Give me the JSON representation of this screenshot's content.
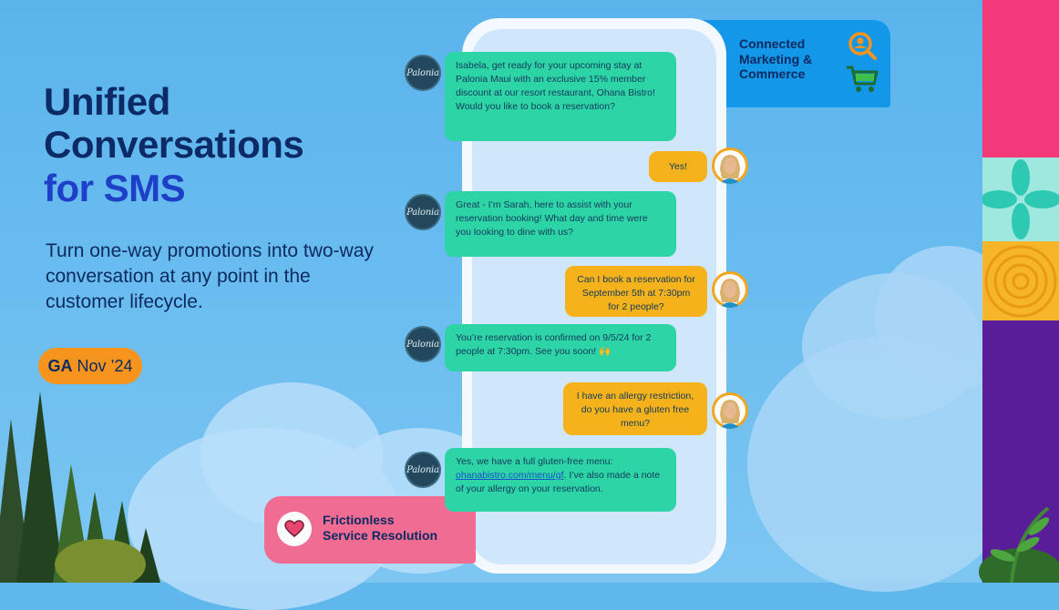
{
  "headline": {
    "line1": "Unified",
    "line2": "Conversations",
    "line3": "for SMS"
  },
  "subhead": "Turn one-way promotions into two-way conversation at any point in the customer lifecycle.",
  "ga_badge": {
    "bold": "GA",
    "rest": "Nov ’24",
    "color": "#f7941d"
  },
  "callouts": {
    "connected": {
      "line1": "Connected",
      "line2": "Marketing &",
      "line3": "Commerce",
      "icons": [
        "search-person-icon",
        "shopping-cart-icon"
      ],
      "color": "#1397e8"
    },
    "frictionless": {
      "line1": "Frictionless",
      "line2": "Service Resolution",
      "icon": "heart-icon",
      "color": "#f06c92"
    }
  },
  "brand_avatar_text": "Palonia",
  "messages": [
    {
      "from": "brand",
      "text": "Isabela, get ready for your upcoming stay at Palonia Maui with an exclusive 15% member discount at our resort restaurant, Ohana Bistro! Would you like to book a reservation?"
    },
    {
      "from": "user",
      "text": "Yes!"
    },
    {
      "from": "brand",
      "text": "Great - I’m Sarah, here to assist with your reservation booking! What day and time were you looking to dine with us?"
    },
    {
      "from": "user",
      "text": "Can I book a reservation for September 5th at 7:30pm for 2 people?"
    },
    {
      "from": "brand",
      "text": "You’re reservation is confirmed on 9/5/24 for 2 people at 7:30pm. See you soon! 🙌"
    },
    {
      "from": "user",
      "text": "I have an allergy restriction, do you have a gluten free menu?"
    },
    {
      "from": "brand",
      "text_before": "Yes, we have a full gluten-free menu: ",
      "link": "ohanabistro.com/menu/gf",
      "text_after": ". I’ve also made a note of your allergy on your reservation."
    }
  ],
  "colors": {
    "background": "#5fb7ec",
    "brand_bubble": "#2dd4a6",
    "user_bubble": "#f6b21b",
    "headline": "#0b2a66",
    "headline_accent": "#1e3fc8"
  }
}
